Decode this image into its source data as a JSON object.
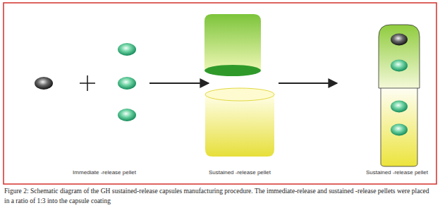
{
  "diagram": {
    "caption": "Figure 2: Schematic diagram of the GH sustained-release capsules manufacturing procedure. The immediate-release and sustained -release pellets were placed in a ratio of 1:3 into the capsule coating",
    "labels": [
      "Immediate -release pellet",
      "Sustained -release pellet",
      "Sustained -release pellet"
    ]
  }
}
